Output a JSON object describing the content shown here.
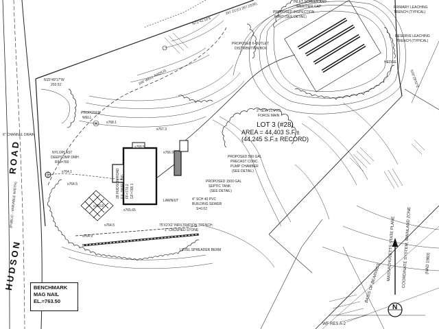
{
  "lot": {
    "title": "LOT 3 (#28)",
    "area": "AREA = 44,403 S.F.±",
    "record": "(44,245 S.F.± RECORD)"
  },
  "road": {
    "name_upper": "ROAD",
    "name_lower": "HUDSON",
    "width_note": "(PUBLIC - VARIABLE WIDTH)"
  },
  "benchmark": {
    "title": "BENCHMARK",
    "type": "MAG NAIL",
    "elevation": "EL.=763.50"
  },
  "dwelling": {
    "address": "28 HUDSON ROAD",
    "use": "EX. DWELLING",
    "ff": "FF=770.2",
    "garage": "GF=768.1"
  },
  "labels": {
    "inlet_screen": "INLET SCREEN AND",
    "weather_cap": "WEATHER CAP",
    "proposed_inspection": "PROPOSED INSPECTION",
    "port_detail": "PORT (SEE DETAIL)",
    "primary_leaching": "PRIMARY LEACHING",
    "trench_typical": "TRENCH (TYPICAL)",
    "reserve_leaching": "RESERVE LEACHING",
    "reserve_trench": "TRENCH (TYPICAL)",
    "proposed_d_outlet": "PROPOSED 6-OUTLET",
    "distribution_box": "DISTRIBUTION BOX",
    "force_main": "2\" SDR 21 PVC",
    "force_main_2": "FORCE MAIN",
    "well_radius": "100' WELL RADIUS",
    "proposed_well": "PROPOSED",
    "proposed_well_2": "WELL",
    "pump_chamber_1": "PROPOSED 500 GAL",
    "pump_chamber_2": "PRECAST CONC.",
    "pump_chamber_3": "PUMP CHAMBER",
    "pump_chamber_4": "(SEE DETAIL)",
    "septic_1": "PROPOSED 1500 GAL",
    "septic_2": "SEPTIC TANK",
    "septic_3": "(SEE DETAIL)",
    "sewer_1": "4\" SCH 40 PVC",
    "sewer_2": "BUILDING SEWER",
    "sewer_3": "S=0.02",
    "channel_drain": "6\" CHANNEL DRAIN",
    "nyloplast_1": "NYLOPLAST",
    "nyloplast_2": "DEEPSUMP DMH",
    "nyloplast_3": "RIM=760",
    "infiltration_1": "75'X2'X2' INFILTRATION TRENCH",
    "infiltration_2": "1\" CRUSHED STONE",
    "level_spreader": "LEVEL SPREADER BERM",
    "bearing_n": "N15°49'17\"W",
    "bearing_n2": "203.51'",
    "bearing_top": "267.21'(C) 267.23'(R)",
    "bearing_top2": "N71°41'10\"E",
    "bearing_right": "S33°28'02\"E",
    "basis_bearings": "BASIS OF BEARINGS",
    "state_plane_1": "MASSACHUSETTS STATE PLANE",
    "state_plane_2": "COORDINATE SYSTEM, MAINLAND ZONE",
    "state_plane_3": "(NAD 1983)",
    "wetland": "WF RES A-2",
    "spot_1": "x764.1",
    "spot_2": "x764.5",
    "spot_3": "x763.8",
    "spot_4": "x766.9",
    "spot_5": "x768.1",
    "spot_6": "x767.3",
    "spot_7": "x768.5",
    "spot_8": "x765.65",
    "spot_9": "x764.9",
    "spot_10": "x764.5",
    "lawnut": "LAWN/UT",
    "hedge": "HEDGE"
  },
  "north_arrow": {
    "letter": "N"
  },
  "colors": {
    "line": "#222222",
    "paper": "#ffffff"
  }
}
